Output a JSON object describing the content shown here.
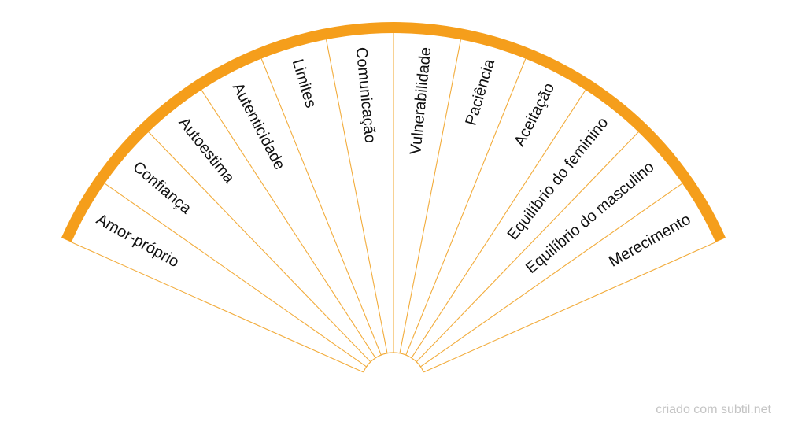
{
  "wheel": {
    "sectors": [
      {
        "label": "Amor-próprio"
      },
      {
        "label": "Confiança"
      },
      {
        "label": "Autoestima"
      },
      {
        "label": "Autenticidade"
      },
      {
        "label": "Limites"
      },
      {
        "label": "Comunicação"
      },
      {
        "label": "Vulnerabilidade"
      },
      {
        "label": "Paciência"
      },
      {
        "label": "Aceitação"
      },
      {
        "label": "Equilíbrio do feminino"
      },
      {
        "label": "Equilíbrio do masculino"
      },
      {
        "label": "Merecimento"
      }
    ],
    "colors": {
      "rim": "#f59e1b",
      "divider": "#f2ac3c",
      "text": "#111111",
      "background": "#ffffff"
    }
  },
  "footer": {
    "credit": "criado com subtil.net"
  }
}
